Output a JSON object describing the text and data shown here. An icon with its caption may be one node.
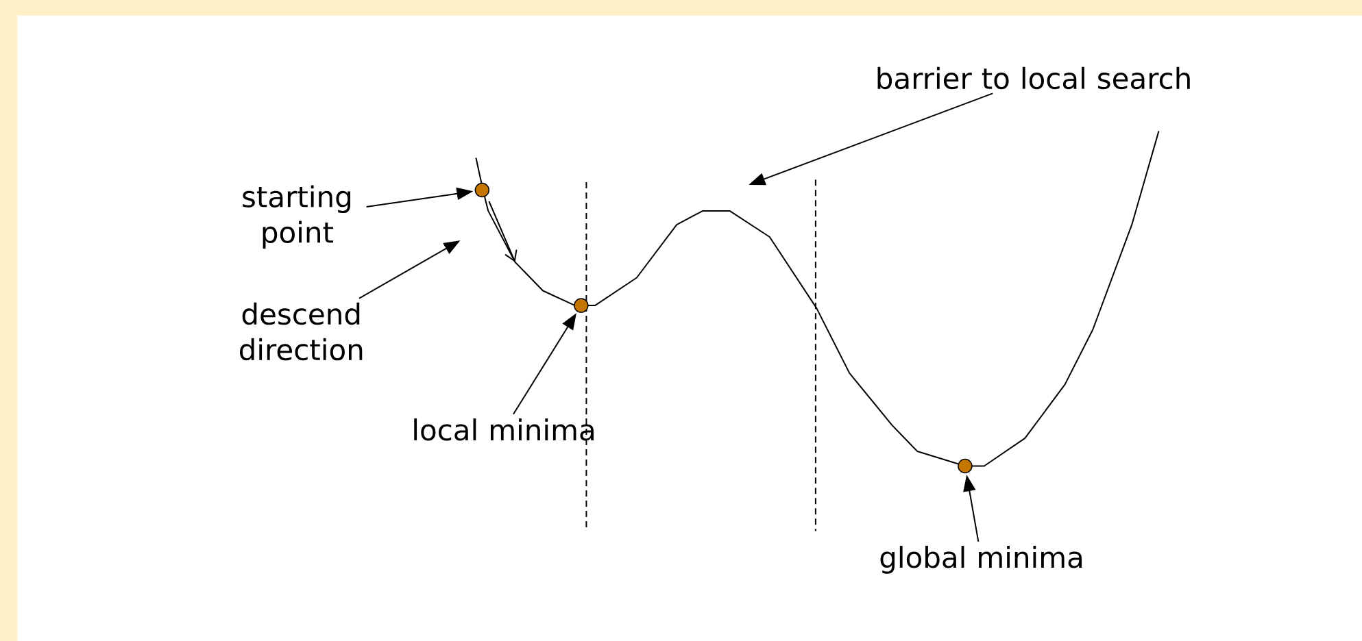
{
  "diagram": {
    "nodes": [
      {
        "text": [
          "starting point"
        ]
      },
      {
        "text": [
          "descend direction"
        ]
      },
      {
        "text": [
          "local minima"
        ]
      },
      {
        "text": [
          "barrier to local search"
        ]
      },
      {
        "text": [
          "global minima"
        ]
      },
      {
        "text": [],
        "shape": "circle"
      },
      {
        "text": [],
        "shape": "circle"
      },
      {
        "text": [],
        "shape": "circle"
      }
    ],
    "edges": [
      {
        "from": 0,
        "to": 5,
        "arrow": "to"
      },
      {
        "from": 1,
        "to": null,
        "arrow": "to"
      },
      {
        "from": 2,
        "to": 6,
        "arrow": "to"
      },
      {
        "from": 3,
        "to": null,
        "arrow": "to"
      },
      {
        "from": 4,
        "to": 7,
        "arrow": "to"
      }
    ]
  }
}
